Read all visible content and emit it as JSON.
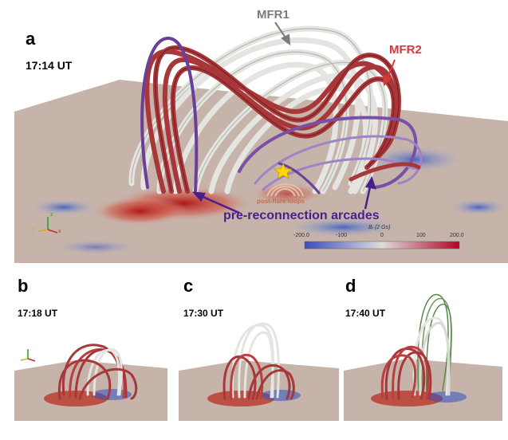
{
  "panels": {
    "a": {
      "letter": "a",
      "time": "17:14 UT"
    },
    "b": {
      "letter": "b",
      "time": "17:18 UT"
    },
    "c": {
      "letter": "c",
      "time": "17:30 UT"
    },
    "d": {
      "letter": "d",
      "time": "17:40 UT"
    }
  },
  "annotations": {
    "mfr1": "MFR1",
    "mfr2": "MFR2",
    "post_flare": "post-flare loops",
    "arcades": "pre-reconnection arcades"
  },
  "colorbar": {
    "title": "Bᵣ (2 Gs)",
    "ticks": [
      "-200.0",
      "-100",
      "0",
      "100",
      "200.0"
    ],
    "colors": {
      "negative": "#3b4cc0",
      "zero": "#dddddd",
      "positive": "#b40426"
    }
  },
  "axes_glyph": {
    "x": "x",
    "y": "y",
    "z": "z"
  },
  "colors": {
    "mfr1": "#7a7a7a",
    "mfr2": "#d43a3a",
    "arcade": "#4a1f8a",
    "ground": "#c9b8b0",
    "tube_white": "#e6e6e2",
    "tube_red": "#a8373a",
    "tube_purple": "#7a4fa8",
    "tube_green": "#5a8a4a"
  },
  "icons": {
    "star": "yellow-star-icon"
  }
}
